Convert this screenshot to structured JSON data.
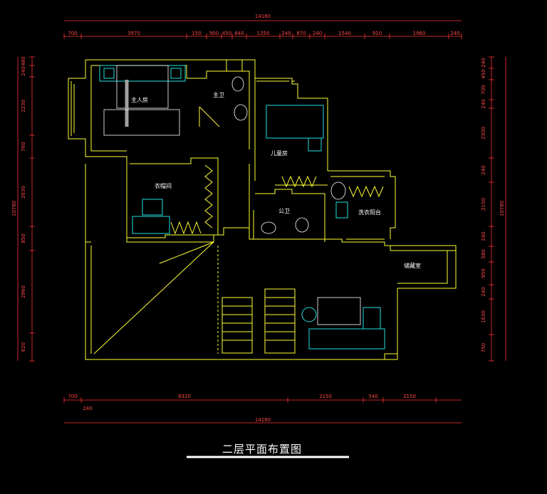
{
  "title": "二层平面布置图",
  "rooms": {
    "master_bedroom": "主人房",
    "master_bath": "主卫",
    "kids_room": "儿童房",
    "closet": "衣帽间",
    "public_bath": "公卫",
    "laundry_balcony": "洗衣阳台",
    "storage": "储藏室"
  },
  "dims": {
    "top_total": "14160",
    "top_segments": [
      "700",
      "3970",
      "150",
      "900",
      "450",
      "640",
      "1350",
      "240",
      "870",
      "240",
      "1540",
      "910",
      "1960",
      "240"
    ],
    "bottom_total": "14160",
    "bottom_segments": [
      "700",
      "8320",
      "2150",
      "540",
      "2150"
    ],
    "bottom_extra": "240",
    "left_total": "10780",
    "left_segments": [
      "480",
      "240",
      "2230",
      "760",
      "2630",
      "850",
      "2960",
      "620"
    ],
    "right_total": "10780",
    "right_segments": [
      "240",
      "450",
      "700",
      "240",
      "2300",
      "240",
      "2150",
      "240",
      "580",
      "950",
      "240",
      "1630",
      "750"
    ]
  },
  "colors": {
    "background": "#000000",
    "wall": "#ffff33",
    "dimension": "#ff4a4a",
    "furniture": "#22e0e0",
    "text": "#ffffff"
  }
}
